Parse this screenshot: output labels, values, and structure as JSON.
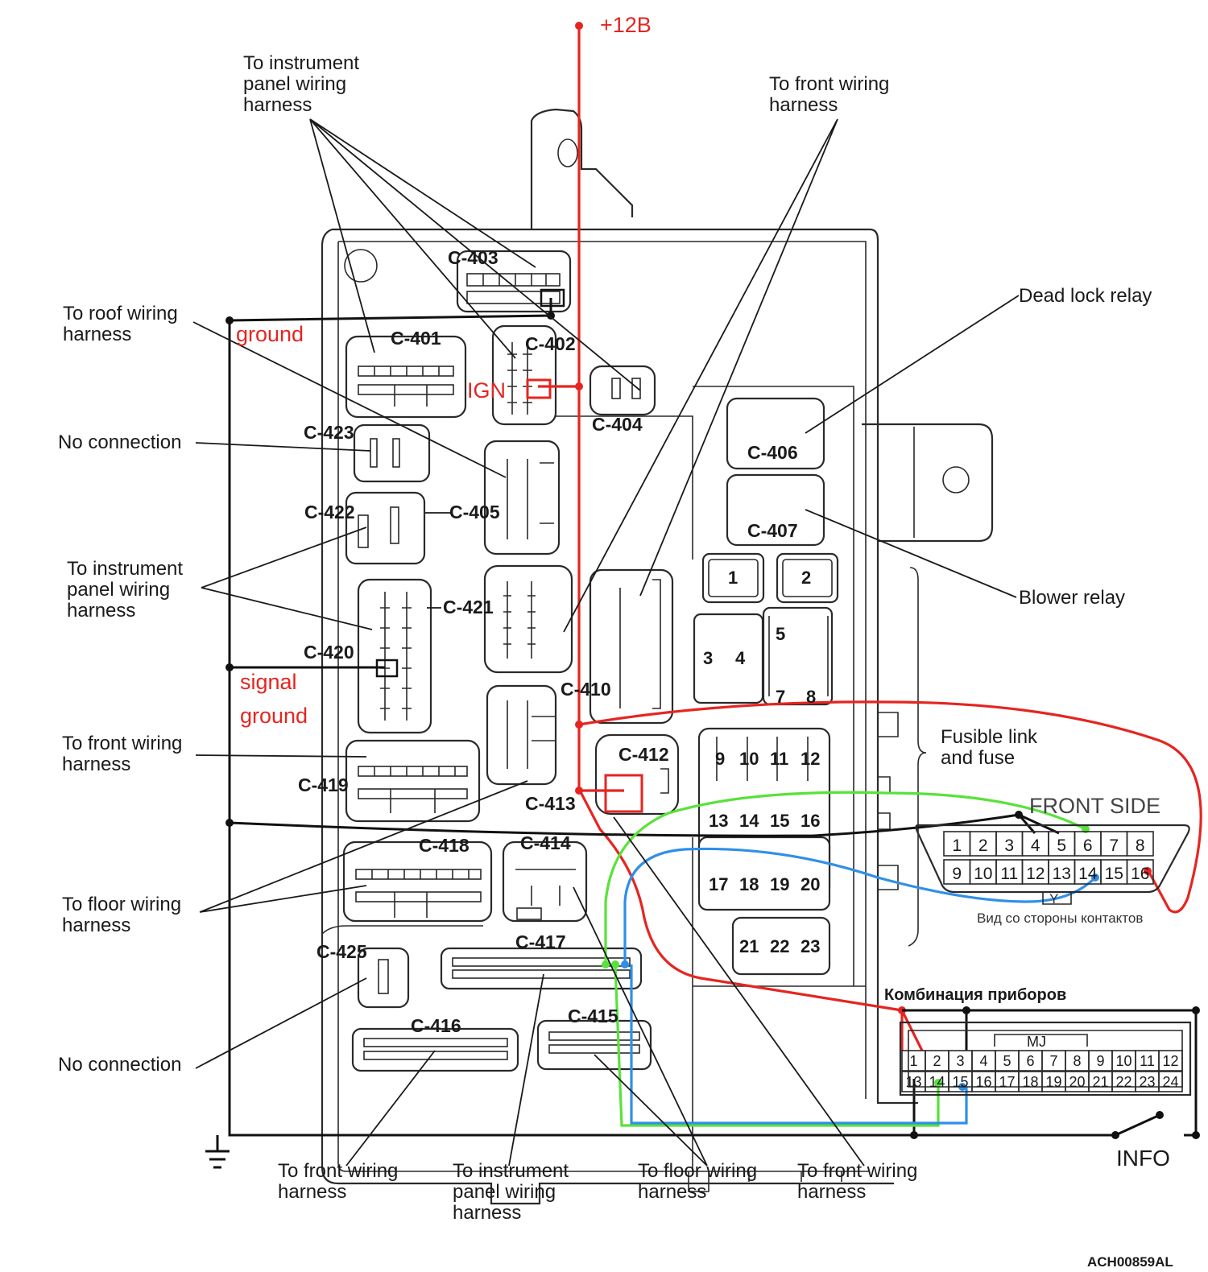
{
  "supply_label": "+12B",
  "annotations": {
    "ground": "ground",
    "ign": "IGN",
    "signal_ground_1": "signal",
    "signal_ground_2": "ground",
    "info": "INFO",
    "diagram_code": "ACH00859AL"
  },
  "callouts": {
    "instr_top": [
      "To instrument",
      "panel wiring",
      "harness"
    ],
    "front_top": [
      "To front wiring",
      "harness"
    ],
    "roof": [
      "To roof wiring",
      "harness"
    ],
    "no_conn_1": "No connection",
    "instr_mid": [
      "To instrument",
      "panel wiring",
      "harness"
    ],
    "front_left": [
      "To front wiring",
      "harness"
    ],
    "floor_left": [
      "To floor wiring",
      "harness"
    ],
    "no_conn_2": "No connection",
    "dead_lock": "Dead lock relay",
    "blower": "Blower relay",
    "fusible": [
      "Fusible link",
      "and fuse"
    ],
    "bottom_front_1": [
      "To front wiring",
      "harness"
    ],
    "bottom_instr": [
      "To instrument",
      "panel wiring",
      "harness"
    ],
    "bottom_floor": [
      "To floor wiring",
      "harness"
    ],
    "bottom_front_2": [
      "To front wiring",
      "harness"
    ]
  },
  "connectors": {
    "c401": "C-401",
    "c402": "C-402",
    "c403": "C-403",
    "c404": "C-404",
    "c405": "C-405",
    "c406": "C-406",
    "c407": "C-407",
    "c410": "C-410",
    "c412": "C-412",
    "c413": "C-413",
    "c414": "C-414",
    "c415": "C-415",
    "c416": "C-416",
    "c417": "C-417",
    "c418": "C-418",
    "c419": "C-419",
    "c420": "C-420",
    "c421": "C-421",
    "c422": "C-422",
    "c423": "C-423",
    "c425": "C-425"
  },
  "fuses": [
    "1",
    "2",
    "3",
    "4",
    "5",
    "7",
    "8",
    "9",
    "10",
    "11",
    "12",
    "13",
    "14",
    "15",
    "16",
    "17",
    "18",
    "19",
    "20",
    "21",
    "22",
    "23"
  ],
  "obd": {
    "title": "FRONT SIDE",
    "top_pins": [
      "1",
      "2",
      "3",
      "4",
      "5",
      "6",
      "7",
      "8"
    ],
    "bottom_pins": [
      "9",
      "10",
      "11",
      "12",
      "13",
      "14",
      "15",
      "16"
    ],
    "key": "Y",
    "caption": "Вид со стороны контактов"
  },
  "cluster": {
    "title": "Комбинация приборов",
    "mark": "MJ",
    "top_pins": [
      "1",
      "2",
      "3",
      "4",
      "5",
      "6",
      "7",
      "8",
      "9",
      "10",
      "11",
      "12"
    ],
    "bottom_pins": [
      "13",
      "14",
      "15",
      "16",
      "17",
      "18",
      "19",
      "20",
      "21",
      "22",
      "23",
      "24"
    ]
  },
  "colors": {
    "power_wire": "#e52521",
    "ground_wire": "#111111",
    "green_wire": "#58e23a",
    "blue_wire": "#2f8fe8"
  }
}
